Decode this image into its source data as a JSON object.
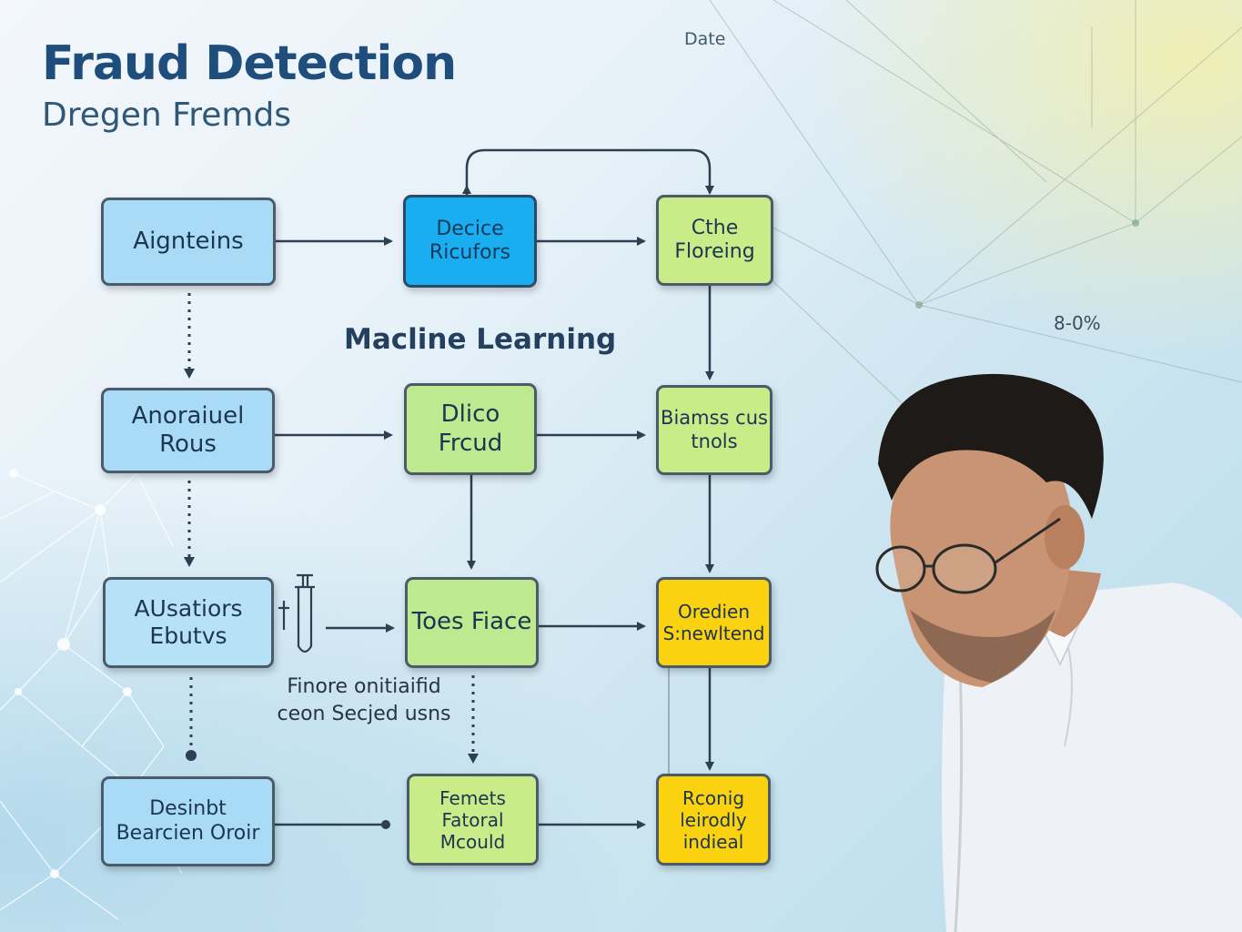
{
  "header": {
    "title": "Fraud Detection",
    "subtitle": "Dregen Fremds",
    "date_label": "Date",
    "percent_label": "8-0%"
  },
  "diagram": {
    "section_heading": "Macline Learning",
    "annotation": "Finore onitiaifid ceon Secjed usns",
    "nodes": {
      "aignteins": "Aignteins",
      "device_ricufors": "Decice Ricufors",
      "cthe_floreing": "Cthe Floreing",
      "anoraiuel_rous": "Anoraiuel Rous",
      "dlico_frcud": "Dlico Frcud",
      "biamss_custnols": "Biamss cus tnols",
      "ausatiors_ebutvs": "AUsatiors Ebutvs",
      "toes_fiace": "Toes Fiace",
      "oredien": "Oredien S:newltend",
      "desinbt": "Desinbt Bearcien Oroir",
      "femets": "Femets Fatoral Mcould",
      "rconig": "Rconig leirodly indieal"
    }
  },
  "colors": {
    "title": "#1f4e7d",
    "node_blue": "#a9dbf7",
    "node_highlight": "#1aaef0",
    "node_green": "#c9ec89",
    "node_yellow": "#fbd20f",
    "connector": "#3b4d61"
  }
}
